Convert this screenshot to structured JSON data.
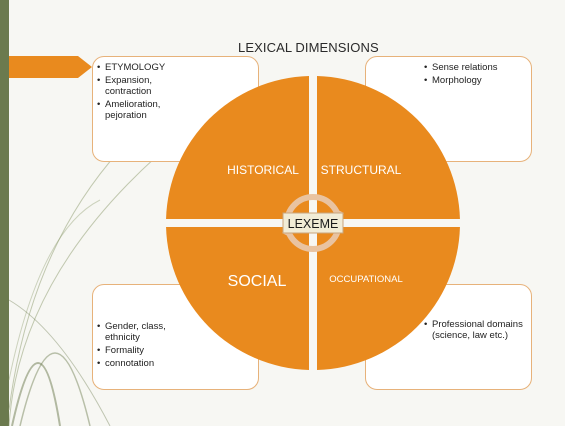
{
  "title": "LEXICAL DIMENSIONS",
  "center": "LEXEME",
  "quadrants": {
    "historical": "HISTORICAL",
    "structural": "STRUCTURAL",
    "social": "SOCIAL",
    "occupational": "OCCUPATIONAL"
  },
  "boxes": {
    "historical": [
      "ETYMOLOGY",
      "Expansion, contraction",
      "Amelioration, pejoration"
    ],
    "structural": [
      "Sense relations",
      "Morphology"
    ],
    "social": [
      "Gender, class, ethnicity",
      "Formality",
      "connotation"
    ],
    "occupational": [
      "Professional domains (science, law etc.)"
    ]
  },
  "colors": {
    "quadrant": "#e98a1e",
    "box_border": "#e7b27a",
    "center_box": "#f1ecd6",
    "left_bar": "#6b7a4e"
  }
}
